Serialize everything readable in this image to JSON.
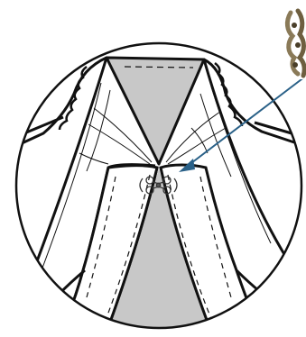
{
  "figure": {
    "background": "#ffffff",
    "line_color": "#111111",
    "fill_gray": "#c8c8c8",
    "arrow_color": "#2a6188",
    "ornament_color": "#8a7a58",
    "parts": [
      {
        "name": "circular-detail-frame",
        "icon": "magnifier-circle"
      },
      {
        "name": "center-back-gray-panel",
        "icon": "triangle-insert"
      },
      {
        "name": "lower-gray-gore",
        "icon": "godet-panel"
      },
      {
        "name": "frog-closure",
        "icon": "knot-fastener"
      },
      {
        "name": "pointer-arrow",
        "icon": "arrow-pointer"
      },
      {
        "name": "ornament-thumbnail",
        "icon": "frog-closure-photo"
      }
    ]
  }
}
